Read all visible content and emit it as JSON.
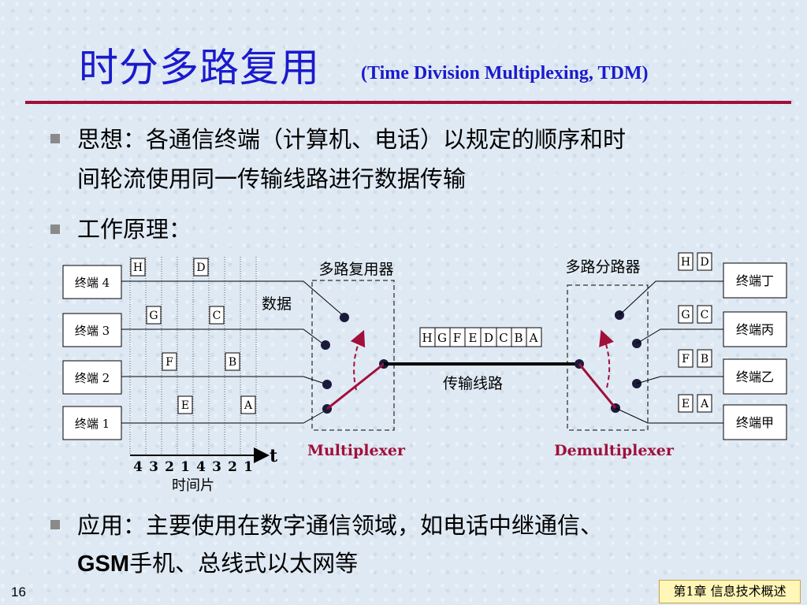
{
  "title": {
    "zh": "时分多路复用",
    "en": "(Time Division Multiplexing, TDM)"
  },
  "bullets": [
    {
      "line1": "思想：各通信终端（计算机、电话）以规定的顺序和时",
      "line2": "间轮流使用同一传输线路进行数据传输"
    },
    {
      "line1": "工作原理："
    },
    {
      "line1": "应用：主要使用在数字通信领域，如电话中继通信、",
      "line2_bold": "GSM",
      "line2": "手机、总线式以太网等"
    }
  ],
  "diagram": {
    "left_terminals": [
      "终端 4",
      "终端 3",
      "终端 2",
      "终端 1"
    ],
    "right_terminals": [
      "终端丁",
      "终端丙",
      "终端乙",
      "终端甲"
    ],
    "slot_letters": {
      "row4": [
        "H",
        "D"
      ],
      "row3": [
        "G",
        "C"
      ],
      "row2": [
        "F",
        "B"
      ],
      "row1": [
        "E",
        "A"
      ]
    },
    "right_pairs": [
      [
        "H",
        "D"
      ],
      [
        "G",
        "C"
      ],
      [
        "F",
        "B"
      ],
      [
        "E",
        "A"
      ]
    ],
    "frame": [
      "H",
      "G",
      "F",
      "E",
      "D",
      "C",
      "B",
      "A"
    ],
    "axis_ticks": [
      "4",
      "3",
      "2",
      "1",
      "4",
      "3",
      "2",
      "1"
    ],
    "axis_label": "t",
    "time_slot_label": "时间片",
    "data_label": "数据",
    "mux_label_zh": "多路复用器",
    "demux_label_zh": "多路分路器",
    "line_label": "传输线路",
    "mux_label_en": "Multiplexer",
    "demux_label_en": "Demultiplexer",
    "accent_color": "#a0103a"
  },
  "page_number": "16",
  "footer": "第1章 信息技术概述"
}
